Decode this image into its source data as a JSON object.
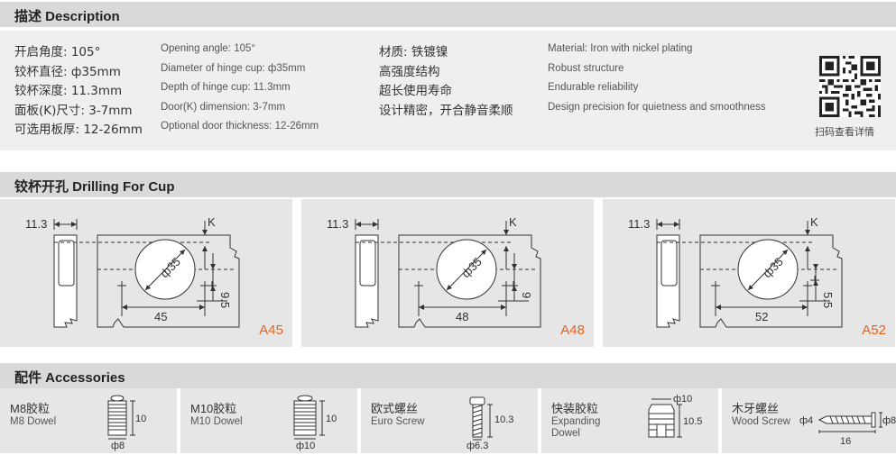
{
  "description": {
    "header": "描述 Description",
    "zh_specs": [
      "开启角度: 105°",
      "铰杯直径: ф35mm",
      "铰杯深度: 11.3mm",
      "面板(K)尺寸: 3-7mm",
      "可选用板厚: 12-26mm"
    ],
    "en_specs": [
      "Opening angle: 105°",
      "Diameter of hinge cup: ф35mm",
      "Depth of hinge cup: 11.3mm",
      "Door(K) dimension: 3-7mm",
      "Optional door thickness: 12-26mm"
    ],
    "zh_features": [
      "材质: 铁镀镍",
      "高强度结构",
      "超长使用寿命",
      "设计精密，开合静音柔顺"
    ],
    "en_features": [
      "Material: Iron with nickel plating",
      "Robust structure",
      "Endurable reliability",
      "Design precision for quietness and smoothness"
    ],
    "qr_caption": "扫码查看详情"
  },
  "drilling": {
    "header": "铰杯开孔 Drilling For Cup",
    "panels": [
      {
        "depth": "11.3",
        "k": "K",
        "diameter": "ф35",
        "distance": "45",
        "offset": "9.5",
        "model": "A45"
      },
      {
        "depth": "11.3",
        "k": "K",
        "diameter": "ф35",
        "distance": "48",
        "offset": "9",
        "model": "A48"
      },
      {
        "depth": "11.3",
        "k": "K",
        "diameter": "ф35",
        "distance": "52",
        "offset": "5.5",
        "model": "A52"
      }
    ]
  },
  "accessories": {
    "header": "配件 Accessories",
    "items": [
      {
        "zh": "M8胶粒",
        "en": "M8 Dowel",
        "dim_a": "10",
        "dim_b": "ф8"
      },
      {
        "zh": "M10胶粒",
        "en": "M10 Dowel",
        "dim_a": "10",
        "dim_b": "ф10"
      },
      {
        "zh": "欧式螺丝",
        "en": "Euro Screw",
        "dim_a": "10.3",
        "dim_b": "ф6.3"
      },
      {
        "zh": "快装胶粒",
        "en": "Expanding Dowel",
        "dim_a": "10.5",
        "dim_b": "ф10"
      },
      {
        "zh": "木牙螺丝",
        "en": "Wood Screw",
        "dim_a": "ф4",
        "dim_b": "ф8",
        "dim_c": "16"
      }
    ]
  },
  "colors": {
    "accent": "#e8621a",
    "header_bg": "#d9d9d9",
    "panel_bg": "#e6e6e6"
  }
}
